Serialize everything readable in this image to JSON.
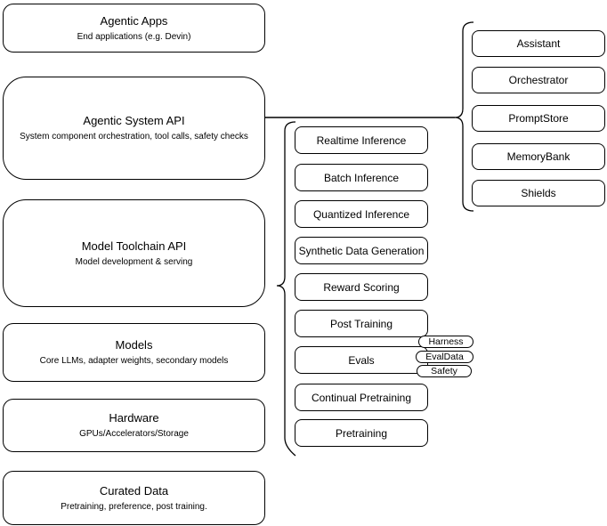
{
  "diagram": {
    "layers": [
      {
        "title": "Agentic Apps",
        "subtitle": "End applications (e.g. Devin)"
      },
      {
        "title": "Agentic System API",
        "subtitle": "System component orchestration, tool calls, safety checks"
      },
      {
        "title": "Model Toolchain API",
        "subtitle": "Model development & serving"
      },
      {
        "title": "Models",
        "subtitle": "Core LLMs, adapter weights, secondary models"
      },
      {
        "title": "Hardware",
        "subtitle": "GPUs/Accelerators/Storage"
      },
      {
        "title": "Curated Data",
        "subtitle": "Pretraining, preference, post training."
      }
    ],
    "toolchain_components": [
      "Realtime Inference",
      "Batch Inference",
      "Quantized Inference",
      "Synthetic Data Generation",
      "Reward Scoring",
      "Post Training",
      "Evals",
      "Continual Pretraining",
      "Pretraining"
    ],
    "eval_tags": [
      "Harness",
      "EvalData",
      "Safety"
    ],
    "agentic_components": [
      "Assistant",
      "Orchestrator",
      "PromptStore",
      "MemoryBank",
      "Shields"
    ],
    "colors": {
      "stroke": "#000000",
      "background": "#ffffff",
      "text": "#000000"
    }
  }
}
